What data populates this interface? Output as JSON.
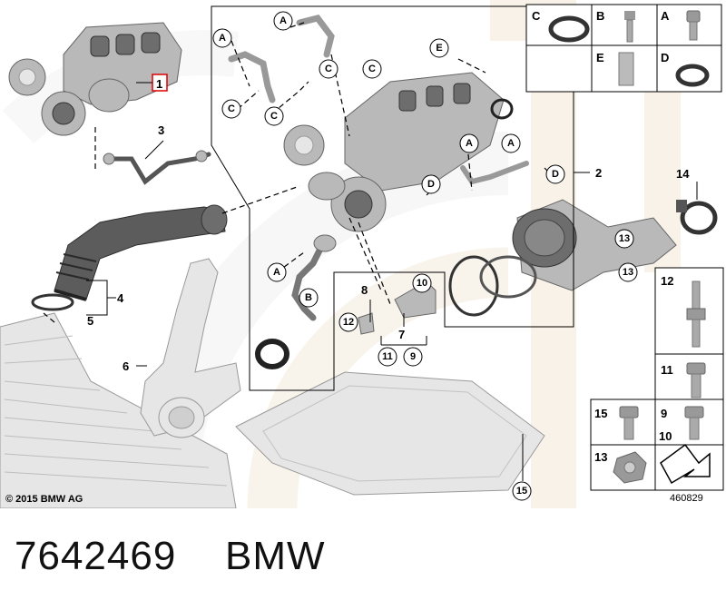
{
  "diagram": {
    "copyright": "© 2015 BMW AG",
    "image_number": "460829",
    "highlighted_callout": "1",
    "callouts": [
      "1",
      "2",
      "3",
      "4",
      "5",
      "6",
      "7",
      "8",
      "9",
      "10",
      "11",
      "12",
      "13",
      "14",
      "15"
    ],
    "reference_letters": [
      "A",
      "B",
      "C",
      "D",
      "E"
    ],
    "legend": [
      {
        "letter": "C",
        "part": "o-ring"
      },
      {
        "letter": "B",
        "part": "stud bolt"
      },
      {
        "letter": "A",
        "part": "socket head screw"
      },
      {
        "letter": "E",
        "part": "sleeve nut"
      },
      {
        "letter": "D",
        "part": "gasket ring"
      }
    ],
    "fastener_panel": [
      "12",
      "11",
      "15",
      "9",
      "10",
      "13"
    ]
  },
  "footer": {
    "part_number": "7642469",
    "brand": "BMW"
  }
}
